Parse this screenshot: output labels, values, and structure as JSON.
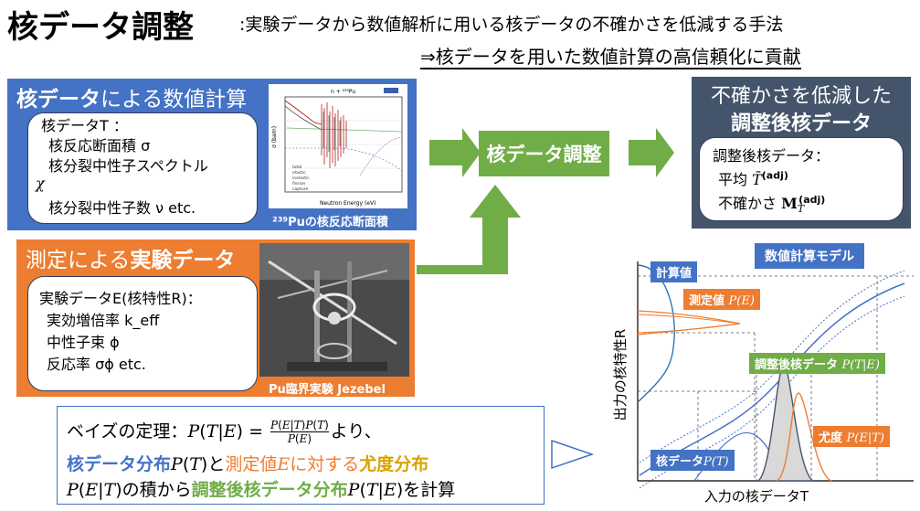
{
  "title": {
    "main": "核データ調整",
    "sub": ":実験データから数値解析に用いる核データの不確かさを低減する手法"
  },
  "subtitle": "⇒核データを用いた数値計算の高信頼化に貢献",
  "calc_panel": {
    "heading_bold": "核データ",
    "heading_rest": "による数値計算",
    "items": [
      "核データT ：",
      "核反応断面積 σ",
      "核分裂中性子スペクトル",
      "χ",
      "核分裂中性子数 ν etc."
    ],
    "image_caption": "²³⁹Puの核反応断面積",
    "graph": {
      "title": "n + ²³⁹Pu",
      "xlabel": "Neutron Energy (eV)",
      "ylabel": "σ (barn)",
      "legend": [
        "total",
        "elastic",
        "inelastic",
        "fission",
        "capture"
      ]
    }
  },
  "exp_panel": {
    "heading_rest": "測定による",
    "heading_bold": "実験データ",
    "items": [
      "実験データE(核特性R)：",
      "実効増倍率 k_eff",
      "中性子束 ϕ",
      "反応率 σϕ etc."
    ],
    "image_caption": "Pu臨界実験 Jezebel"
  },
  "adjust_box": "核データ調整",
  "result_panel": {
    "heading_line1": "不確かさを低減した",
    "heading_line2": "調整後核データ",
    "items": [
      "調整後核データ：",
      "平均",
      "不確かさ"
    ]
  },
  "bayes": {
    "line1_a": "ベイズの定理：",
    "line1_b": "より、",
    "line2": [
      "核データ分布",
      "と",
      "測定値",
      "に対する",
      "尤度分布"
    ],
    "line3": [
      "の積から",
      "調整後核データ分布",
      "を計算"
    ]
  },
  "graph": {
    "model_label": "数値計算モデル",
    "calc_label": "計算値",
    "meas_label": "測定値",
    "adj_label": "調整後核データ",
    "like_label": "尤度",
    "prior_label": "核データ",
    "ylabel": "出力の核特性R",
    "xlabel": "入力の核データT"
  },
  "colors": {
    "blue": "#4472c4",
    "orange": "#ed7d31",
    "green": "#70ad47",
    "dark": "#44546a"
  }
}
